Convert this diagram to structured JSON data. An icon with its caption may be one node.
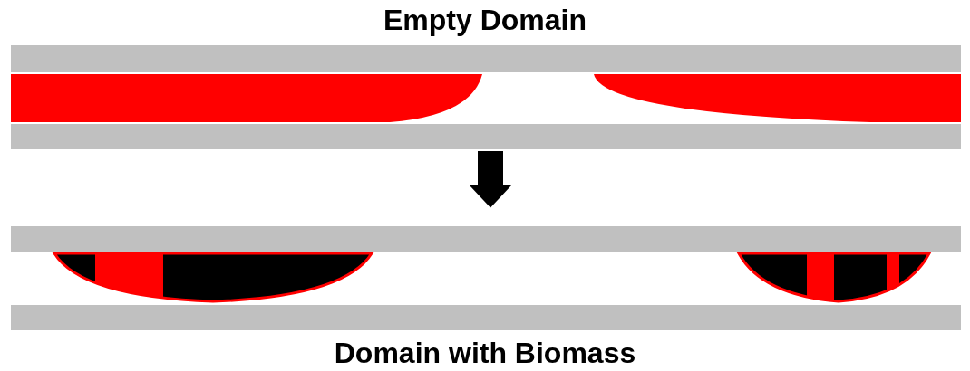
{
  "diagram": {
    "nodes": [
      {
        "text": [
          "Empty Domain"
        ]
      },
      {
        "text": [
          "Domain with Biomass"
        ]
      }
    ],
    "edges": [
      {
        "from": 0,
        "to": 1,
        "arrow": "to"
      }
    ]
  }
}
